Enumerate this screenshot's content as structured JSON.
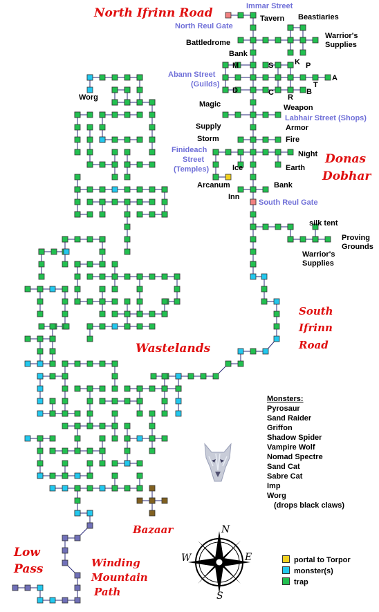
{
  "colors": {
    "room": "#22c050",
    "monster": "#22c8ee",
    "portal": "#f0d020",
    "gate": "#f08080",
    "path": "#7070b8",
    "bazaar": "#806020",
    "line": "#2a2a7a",
    "blue_label": "#7070d8",
    "red_label": "#e01010"
  },
  "region_labels": {
    "north_ifrinn_road": "North Ifrinn Road",
    "donas_dobhar_1": "Donas",
    "donas_dobhar_2": "Dobhar",
    "south_ifrinn_1": "South",
    "south_ifrinn_2": "Ifrinn",
    "south_ifrinn_3": "Road",
    "wastelands": "Wastelands",
    "bazaar": "Bazaar",
    "low_pass_1": "Low",
    "low_pass_2": "Pass",
    "winding_1": "Winding",
    "winding_2": "Mountain",
    "winding_3": "Path"
  },
  "street_labels": {
    "immar": "Immar Street",
    "north_reul_gate": "North Reul Gate",
    "abann_1": "Abann Street",
    "abann_2": "(Guilds)",
    "labhair": "Labhair Street (Shops)",
    "finideach_1": "Finideach",
    "finideach_2": "Street",
    "finideach_3": "(Temples)",
    "south_reul_gate": "South Reul Gate"
  },
  "place_labels": {
    "tavern": "Tavern",
    "beastiaries": "Beastiaries",
    "battledrome": "Battledrome",
    "warriors_1": "Warrior's",
    "warriors_2": "Supplies",
    "bank_n": "Bank",
    "m": "M",
    "s": "S",
    "k": "K",
    "p": "P",
    "a": "A",
    "t": "T",
    "d": "D",
    "c": "C",
    "r": "R",
    "b": "B",
    "magic": "Magic",
    "weapon": "Weapon",
    "supply": "Supply",
    "armor": "Armor",
    "storm": "Storm",
    "fire": "Fire",
    "night": "Night",
    "ice": "Ice",
    "earth": "Earth",
    "arcanum": "Arcanum",
    "bank_s": "Bank",
    "inn": "Inn",
    "silk_tent": "silk tent",
    "proving_1": "Proving",
    "proving_2": "Grounds",
    "warriors_s1": "Warrior's",
    "warriors_s2": "Supplies",
    "worg": "Worg"
  },
  "monsters": {
    "title": "Monsters:",
    "list": [
      "Pyrosaur",
      "Sand Raider",
      "Griffon",
      "Shadow Spider",
      "Vampire Wolf",
      "Nomad Spectre",
      "Sand Cat",
      "Sabre Cat",
      "Imp",
      "Worg",
      "(drops black claws)"
    ]
  },
  "legend": {
    "portal": "portal to Torpor",
    "monster": "monster(s)",
    "trap": "trap"
  },
  "compass": {
    "n": "N",
    "s": "S",
    "e": "E",
    "w": "W"
  }
}
